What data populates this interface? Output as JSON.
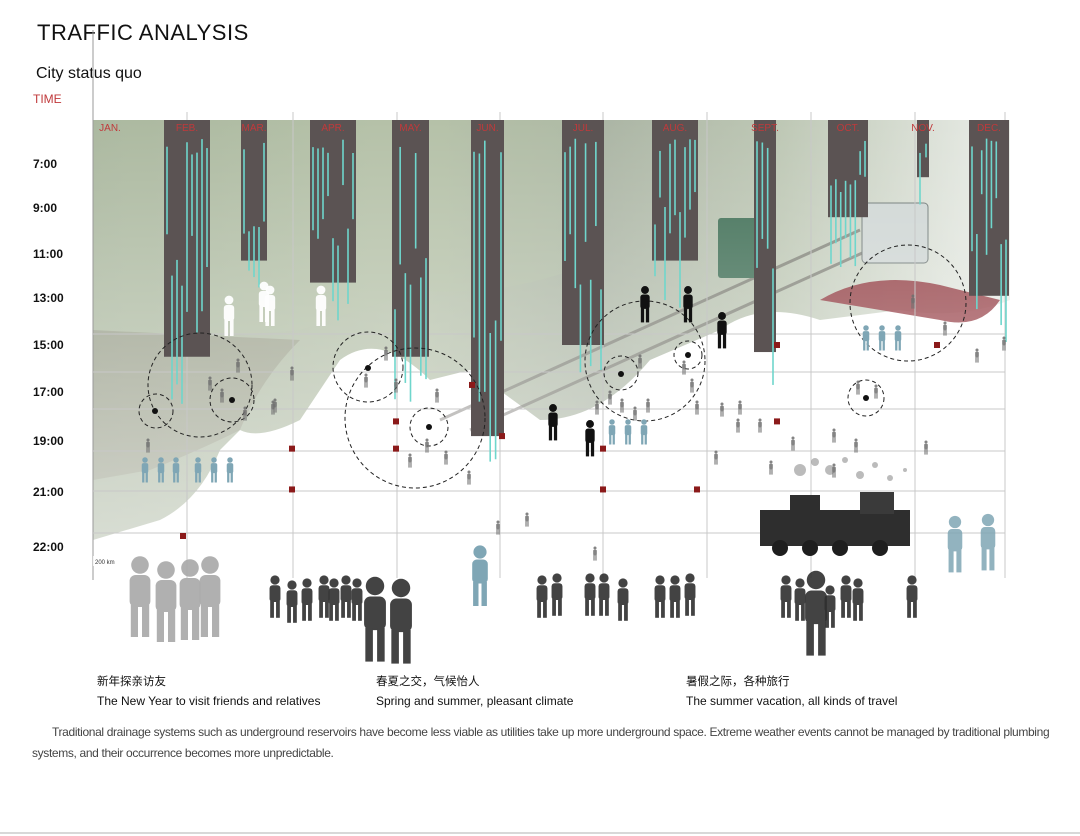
{
  "header": {
    "title": "TRAFFIC ANALYSIS",
    "subtitle": "City status quo",
    "time_axis_label": "TIME"
  },
  "chart_data": {
    "type": "bar",
    "months": [
      "JAN.",
      "FEB.",
      "MAR.",
      "APR.",
      "MAY.",
      "JUN.",
      "JUL.",
      "AUG.",
      "SEPT.",
      "OCT.",
      "NOV.",
      "DEC."
    ],
    "times": [
      "7:00",
      "9:00",
      "11:00",
      "13:00",
      "15:00",
      "17:00",
      "19:00",
      "21:00",
      "22:00"
    ],
    "bar_end_hours": [
      null,
      15.5,
      11.3,
      12.3,
      15.5,
      18.8,
      15.0,
      11.3,
      15.3,
      9.4,
      7.6,
      12.9
    ],
    "peak_markers": [
      {
        "month": "FEB.",
        "hour": 21.8
      },
      {
        "month": "APR.",
        "hour": 19.3
      },
      {
        "month": "APR.",
        "hour": 20.9
      },
      {
        "month": "MAY.",
        "hour": 18.2
      },
      {
        "month": "MAY.",
        "hour": 19.3
      },
      {
        "month": "JUN.",
        "hour": 16.7
      },
      {
        "month": "JUN.",
        "hour": 18.8
      },
      {
        "month": "JUL.",
        "hour": 19.3
      },
      {
        "month": "JUL.",
        "hour": 20.9
      },
      {
        "month": "AUG.",
        "hour": 20.9
      },
      {
        "month": "SEPT.",
        "hour": 15.0
      },
      {
        "month": "SEPT.",
        "hour": 18.2
      },
      {
        "month": "NOV.",
        "hour": 15.0
      }
    ],
    "scale_text": "200 km",
    "colors": {
      "bar": "#5b5353",
      "stripe": "#6fd6cc",
      "marker": "#8b1a1a",
      "month": "#c0393b",
      "grid": "#c8c8c8",
      "figure_blue": "#7fa6b5"
    }
  },
  "captions": [
    {
      "cn": "新年探亲访友",
      "en": "The New Year to visit friends and relatives"
    },
    {
      "cn": "春夏之交，气候怡人",
      "en": "Spring and summer, pleasant climate"
    },
    {
      "cn": "暑假之际，各种旅行",
      "en": "The summer vacation, all kinds of travel"
    }
  ],
  "body_text": "Traditional drainage systems such as underground reservoirs have become less viable as utilities take up more underground space. Extreme weather events cannot be managed by traditional plumbing systems, and their occurrence becomes more unpredictable."
}
